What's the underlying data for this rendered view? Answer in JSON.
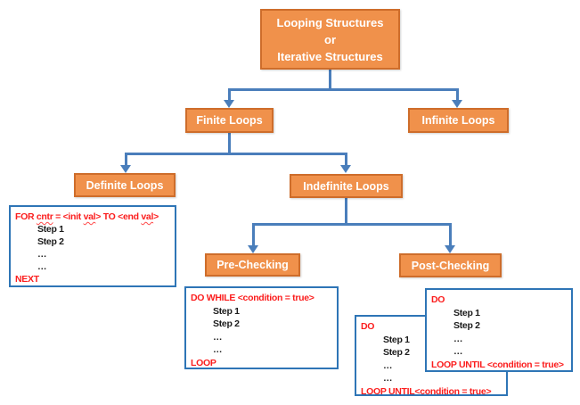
{
  "colors": {
    "node_fill": "#F0914B",
    "node_border": "#CE6D2B",
    "node_text": "#FFFFFF",
    "connector_blue": "#4A7EBB",
    "code_border_blue": "#2E75B6",
    "code_red": "#FB1D1D",
    "code_black": "#1B1B1B",
    "background": "#FFFFFF"
  },
  "nodes": {
    "root": {
      "lines": [
        "Looping Structures",
        "or",
        "Iterative Structures"
      ]
    },
    "finite": {
      "label": "Finite Loops"
    },
    "infinite": {
      "label": "Infinite Loops"
    },
    "definite": {
      "label": "Definite Loops"
    },
    "indefinite": {
      "label": "Indefinite Loops"
    },
    "pre_checking": {
      "label": "Pre-Checking"
    },
    "post_checking": {
      "label": "Post-Checking"
    }
  },
  "code_boxes": {
    "for_loop": {
      "lines": [
        {
          "color": "red",
          "indent": 0,
          "segments": [
            {
              "t": "FOR "
            },
            {
              "t": "cntr",
              "wavy": true
            },
            {
              "t": " = <init "
            },
            {
              "t": "val",
              "wavy": true
            },
            {
              "t": "> TO <end "
            },
            {
              "t": "val",
              "wavy": true
            },
            {
              "t": ">"
            }
          ]
        },
        {
          "color": "black",
          "indent": 1,
          "segments": [
            {
              "t": "Step 1"
            }
          ]
        },
        {
          "color": "black",
          "indent": 1,
          "segments": [
            {
              "t": "Step 2"
            }
          ]
        },
        {
          "color": "black",
          "indent": 1,
          "segments": [
            {
              "t": "…"
            }
          ]
        },
        {
          "color": "black",
          "indent": 1,
          "segments": [
            {
              "t": "…"
            }
          ]
        },
        {
          "color": "red",
          "indent": 0,
          "segments": [
            {
              "t": "NEXT"
            }
          ]
        }
      ]
    },
    "do_while": {
      "lines": [
        {
          "color": "red",
          "indent": 0,
          "segments": [
            {
              "t": "DO WHILE <condition = true>"
            }
          ]
        },
        {
          "color": "black",
          "indent": 1,
          "segments": [
            {
              "t": "Step 1"
            }
          ]
        },
        {
          "color": "black",
          "indent": 1,
          "segments": [
            {
              "t": "Step 2"
            }
          ]
        },
        {
          "color": "black",
          "indent": 1,
          "segments": [
            {
              "t": "…"
            }
          ]
        },
        {
          "color": "black",
          "indent": 1,
          "segments": [
            {
              "t": "…"
            }
          ]
        },
        {
          "color": "red",
          "indent": 0,
          "segments": [
            {
              "t": "LOOP"
            }
          ]
        }
      ]
    },
    "do_until_behind": {
      "lines": [
        {
          "color": "red",
          "indent": 0,
          "segments": [
            {
              "t": "DO"
            }
          ]
        },
        {
          "color": "black",
          "indent": 1,
          "segments": [
            {
              "t": "Step 1"
            }
          ]
        },
        {
          "color": "black",
          "indent": 1,
          "segments": [
            {
              "t": "Step 2"
            }
          ]
        },
        {
          "color": "black",
          "indent": 1,
          "segments": [
            {
              "t": "…"
            }
          ]
        },
        {
          "color": "black",
          "indent": 1,
          "segments": [
            {
              "t": "…"
            }
          ]
        },
        {
          "color": "red",
          "indent": 0,
          "segments": [
            {
              "t": "LOOP UNTIL<condition = true>"
            }
          ]
        }
      ]
    },
    "do_until_front": {
      "lines": [
        {
          "color": "red",
          "indent": 0,
          "segments": [
            {
              "t": "DO"
            }
          ]
        },
        {
          "color": "black",
          "indent": 1,
          "segments": [
            {
              "t": "Step 1"
            }
          ]
        },
        {
          "color": "black",
          "indent": 1,
          "segments": [
            {
              "t": "Step 2"
            }
          ]
        },
        {
          "color": "black",
          "indent": 1,
          "segments": [
            {
              "t": "…"
            }
          ]
        },
        {
          "color": "black",
          "indent": 1,
          "segments": [
            {
              "t": "…"
            }
          ]
        },
        {
          "color": "red",
          "indent": 0,
          "segments": [
            {
              "t": "LOOP UNTIL <condition = true>"
            }
          ]
        }
      ]
    }
  }
}
